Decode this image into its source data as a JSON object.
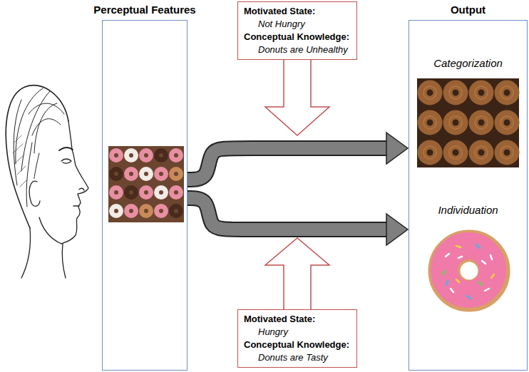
{
  "diagram": {
    "nodes": [
      {
        "text": [
          "Perceptual Features"
        ]
      },
      {
        "text": [
          "Motivated State:",
          "Not Hungry",
          "Conceptual Knowledge:",
          "Donuts are Unhealthy"
        ]
      },
      {
        "text": [
          "Motivated State:",
          "Hungry",
          "Conceptual Knowledge:",
          "Donuts are Tasty"
        ]
      },
      {
        "text": [
          "Output"
        ]
      }
    ],
    "edges": [
      {
        "from": 0,
        "to": 3,
        "arrow": "to"
      },
      {
        "from": 0,
        "to": 3,
        "arrow": "to"
      }
    ],
    "labels": [
      "Categorization",
      "Individuation"
    ]
  }
}
